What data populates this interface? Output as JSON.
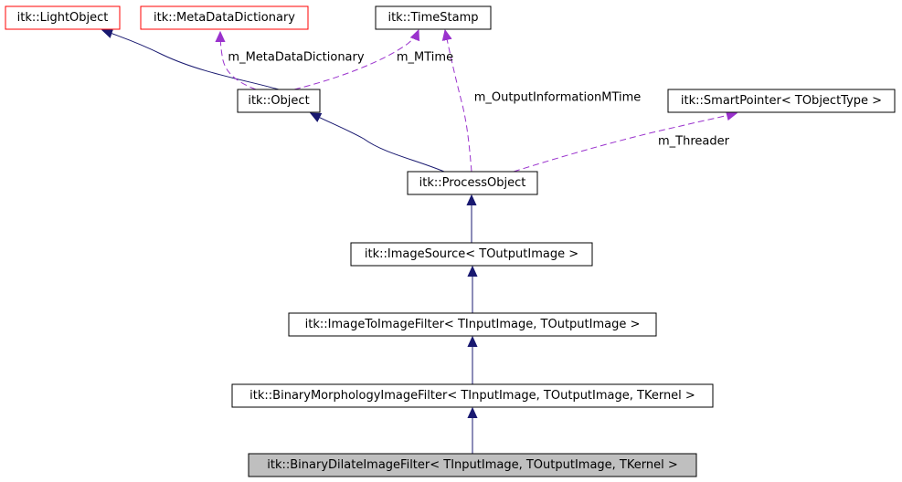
{
  "nodes": [
    {
      "id": "lightobject",
      "label": "itk::LightObject",
      "border": "#ff0000",
      "fill": "#ffffff"
    },
    {
      "id": "metadatadictionary",
      "label": "itk::MetaDataDictionary",
      "border": "#ff0000",
      "fill": "#ffffff"
    },
    {
      "id": "timestamp",
      "label": "itk::TimeStamp",
      "border": "#000000",
      "fill": "#ffffff"
    },
    {
      "id": "object",
      "label": "itk::Object",
      "border": "#000000",
      "fill": "#ffffff"
    },
    {
      "id": "smartpointer",
      "label": "itk::SmartPointer< TObjectType >",
      "border": "#000000",
      "fill": "#ffffff"
    },
    {
      "id": "processobject",
      "label": "itk::ProcessObject",
      "border": "#000000",
      "fill": "#ffffff"
    },
    {
      "id": "imagesource",
      "label": "itk::ImageSource< TOutputImage >",
      "border": "#000000",
      "fill": "#ffffff"
    },
    {
      "id": "imagetoimagefilter",
      "label": "itk::ImageToImageFilter< TInputImage, TOutputImage >",
      "border": "#000000",
      "fill": "#ffffff"
    },
    {
      "id": "binarymorphology",
      "label": "itk::BinaryMorphologyImageFilter< TInputImage, TOutputImage, TKernel >",
      "border": "#000000",
      "fill": "#ffffff"
    },
    {
      "id": "binarydilate",
      "label": "itk::BinaryDilateImageFilter< TInputImage, TOutputImage, TKernel >",
      "border": "#000000",
      "fill": "#bfbfbf"
    }
  ],
  "edges": [
    {
      "id": "object-lightobject",
      "from": "object",
      "to": "lightobject",
      "kind": "inheritance",
      "color": "#191970"
    },
    {
      "id": "object-metadatadictionary",
      "from": "object",
      "to": "metadatadictionary",
      "kind": "usage",
      "color": "#9a32cd",
      "label": "m_MetaDataDictionary"
    },
    {
      "id": "object-timestamp",
      "from": "object",
      "to": "timestamp",
      "kind": "usage",
      "color": "#9a32cd",
      "label": "m_MTime"
    },
    {
      "id": "processobject-object",
      "from": "processobject",
      "to": "object",
      "kind": "inheritance",
      "color": "#191970"
    },
    {
      "id": "processobject-timestamp",
      "from": "processobject",
      "to": "timestamp",
      "kind": "usage",
      "color": "#9a32cd",
      "label": "m_OutputInformationMTime"
    },
    {
      "id": "processobject-smartpointer",
      "from": "processobject",
      "to": "smartpointer",
      "kind": "usage",
      "color": "#9a32cd",
      "label": "m_Threader"
    },
    {
      "id": "imagesource-processobject",
      "from": "imagesource",
      "to": "processobject",
      "kind": "inheritance",
      "color": "#191970"
    },
    {
      "id": "imagetoimagefilter-imagesource",
      "from": "imagetoimagefilter",
      "to": "imagesource",
      "kind": "inheritance",
      "color": "#191970"
    },
    {
      "id": "binarymorphology-imagetoimagefilter",
      "from": "binarymorphology",
      "to": "imagetoimagefilter",
      "kind": "inheritance",
      "color": "#191970"
    },
    {
      "id": "binarydilate-binarymorphology",
      "from": "binarydilate",
      "to": "binarymorphology",
      "kind": "inheritance",
      "color": "#191970"
    }
  ]
}
